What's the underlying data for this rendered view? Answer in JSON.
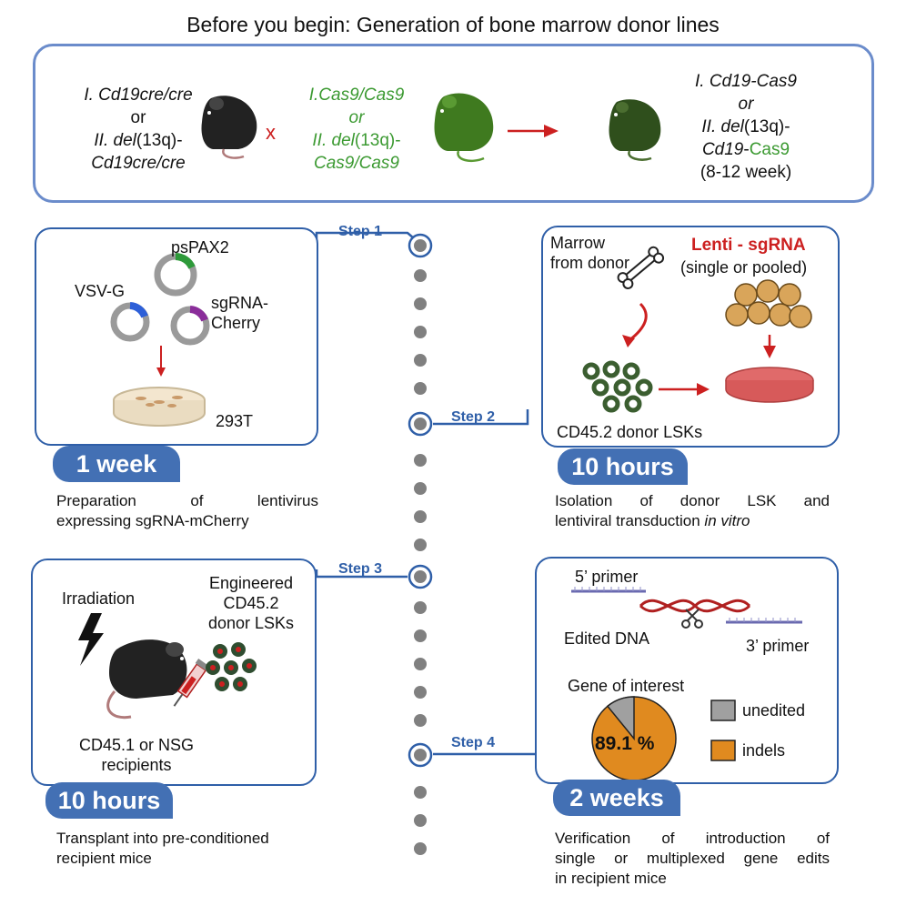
{
  "title": "Before you begin: Generation of bone marrow donor lines",
  "top": {
    "left_line1": "I. Cd19cre/cre",
    "left_line2": "or",
    "left_line3a": "II. del",
    "left_line3b": "(13q)-",
    "left_line4": "Cd19cre/cre",
    "cross": "x",
    "mid_line1": "I.Cas9/Cas9",
    "mid_line2": "or",
    "mid_line3a": "II. del",
    "mid_line3b": "(13q)-",
    "mid_line4": "Cas9/Cas9",
    "right_line1": "I. Cd19-Cas9",
    "right_line2": "or",
    "right_line3a": "II. del",
    "right_line3b": "(13q)-",
    "right_line4a": "Cd19",
    "right_line4b": "-",
    "right_line4c": "Cas9",
    "right_line5": "(8-12 week)"
  },
  "steps": {
    "s1": "Step 1",
    "s2": "Step 2",
    "s3": "Step 3",
    "s4": "Step 4"
  },
  "panel1": {
    "pspax2": "psPAX2",
    "vsvg": "VSV-G",
    "sgrna_a": "sgRNA-",
    "sgrna_b": "Cherry",
    "cell": "293T",
    "tag": "1 week",
    "desc1": "Preparation of lentivirus",
    "desc2": "expressing sgRNA-mCherry"
  },
  "panel2": {
    "marrow_a": "Marrow",
    "marrow_b": "from donor",
    "lenti": "Lenti - sgRNA",
    "pooled": "(single or pooled)",
    "lsk": "CD45.2 donor LSKs",
    "tag": "10 hours",
    "desc1": "Isolation of donor LSK and",
    "desc2a": "lentiviral transduction ",
    "desc2b": "in vitro"
  },
  "panel3": {
    "irradiation": "Irradiation",
    "eng_a": "Engineered",
    "eng_b": "CD45.2",
    "eng_c": "donor LSKs",
    "recip_a": "CD45.1 or NSG",
    "recip_b": "recipients",
    "tag": "10 hours",
    "desc1": "Transplant into pre-conditioned",
    "desc2": "recipient mice"
  },
  "panel4": {
    "primer5": "5’ primer",
    "edited": "Edited DNA",
    "primer3": "3’ primer",
    "gene": "Gene of interest",
    "percent": "89.1 %",
    "legend_unedited": "unedited",
    "legend_indels": "indels",
    "tag": "2 weeks",
    "desc1": "Verification of introduction of",
    "desc2": "single or multiplexed gene edits",
    "desc3": "in recipient mice"
  },
  "colors": {
    "border": "#2f5fa8",
    "tag_fill": "#4370b4",
    "green": "#3c9a32",
    "red": "#cc2020",
    "indels": "#e08a1f",
    "unedited": "#a0a0a0"
  },
  "pie": {
    "indels_percent": 89.1,
    "unedited_percent": 10.9
  }
}
